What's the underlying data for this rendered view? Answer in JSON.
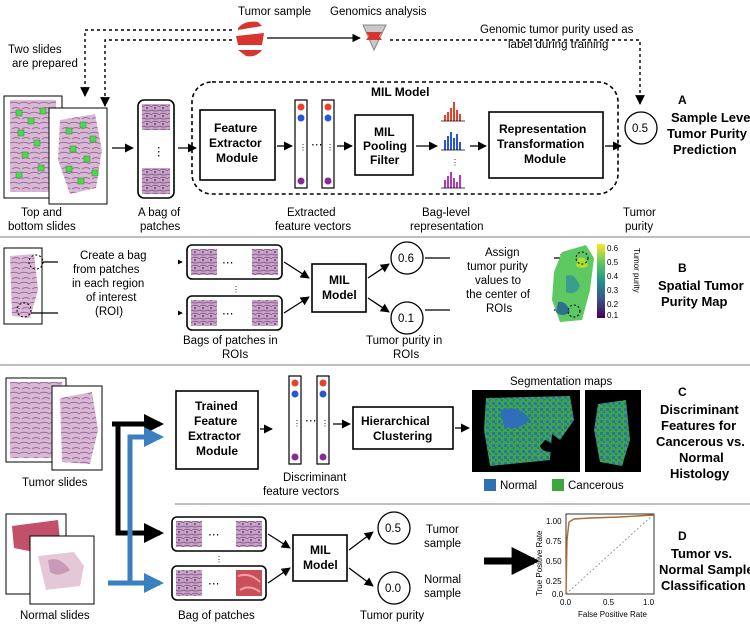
{
  "top": {
    "tumor_sample": "Tumor sample",
    "genomics_analysis": "Genomics analysis",
    "two_slides": [
      "Two slides",
      "are prepared"
    ],
    "genomic_label": [
      "Genomic tumor purity used as",
      "label during training"
    ],
    "mil_model_title": "MIL Model",
    "feature_extractor": [
      "Feature",
      "Extractor",
      "Module"
    ],
    "mil_pooling": [
      "MIL",
      "Pooling",
      "Filter"
    ],
    "representation_module": [
      "Representation",
      "Transformation",
      "Module"
    ],
    "purity_value": "0.5",
    "caption_slides": [
      "Top and",
      "bottom slides"
    ],
    "caption_bag": [
      "A bag of",
      "patches"
    ],
    "caption_vectors": [
      "Extracted",
      "feature vectors"
    ],
    "caption_bag_level": [
      "Bag-level",
      "representation"
    ],
    "caption_purity": [
      "Tumor",
      "purity"
    ]
  },
  "panel_a": {
    "letter": "A",
    "title": [
      "Sample Level",
      "Tumor Purity",
      "Prediction"
    ]
  },
  "panel_b": {
    "letter": "B",
    "title": [
      "Spatial Tumor",
      "Purity Map"
    ],
    "create_bag": [
      "Create a bag",
      "from patches",
      "in each region",
      "of interest",
      "(ROI)"
    ],
    "mil_model": [
      "MIL",
      "Model"
    ],
    "value_1": "0.6",
    "value_2": "0.1",
    "assign": [
      "Assign",
      "tumor purity",
      "values to",
      "the center of",
      "ROIs"
    ],
    "caption_bags": [
      "Bags of patches in",
      "ROIs"
    ],
    "caption_purity": [
      "Tumor purity in",
      "ROIs"
    ],
    "colorbar_label": "Tumor purity",
    "colorbar_ticks": [
      "0.6",
      "0.5",
      "0.4",
      "0.3",
      "0.2",
      "0.1"
    ]
  },
  "panel_c": {
    "letter": "C",
    "title": [
      "Discriminant",
      "Features for",
      "Cancerous vs.",
      "Normal",
      "Histology"
    ],
    "trained_extractor": [
      "Trained",
      "Feature",
      "Extractor",
      "Module"
    ],
    "hierarchical": [
      "Hierarchical",
      "Clustering"
    ],
    "segmentation_maps": "Segmentation maps",
    "tumor_slides": "Tumor slides",
    "caption_vectors": [
      "Discriminant",
      "feature vectors"
    ],
    "legend_normal": "Normal",
    "legend_cancerous": "Cancerous",
    "colors": {
      "normal": "#2e6fb7",
      "cancerous": "#3aa83a"
    }
  },
  "panel_d": {
    "letter": "D",
    "title": [
      "Tumor vs.",
      "Normal Sample",
      "Classification"
    ],
    "normal_slides": "Normal slides",
    "mil_model": [
      "MIL",
      "Model"
    ],
    "value_1": "0.5",
    "value_2": "0.0",
    "label_1": [
      "Tumor",
      "sample"
    ],
    "label_2": [
      "Normal",
      "sample"
    ],
    "caption_bag": "Bag of patches",
    "caption_purity": "Tumor purity",
    "roc_ylabel": "True Positive Rate",
    "roc_xlabel": "False Positive Rate",
    "roc_xticks": [
      "0.0",
      "0.5",
      "1.0"
    ],
    "roc_yticks": [
      "0.0",
      "0.25",
      "0.50",
      "0.75",
      "1.00"
    ]
  },
  "colors": {
    "blue_arrow": "#3a7fc0",
    "red_dot": "#e8412a",
    "blue_dot": "#2a55d8",
    "purple_dot": "#8a2a9a"
  }
}
